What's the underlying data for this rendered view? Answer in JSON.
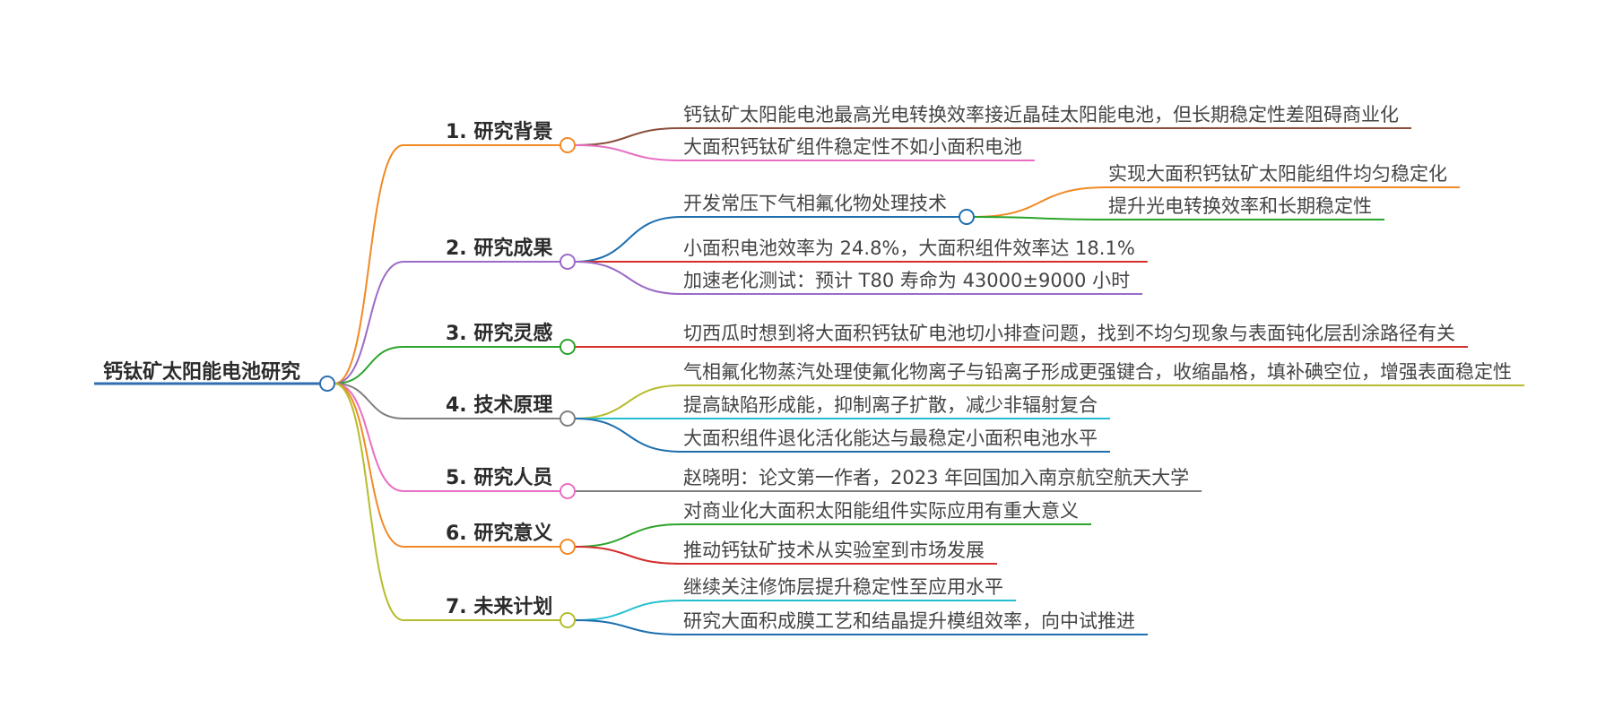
{
  "root": {
    "label": "钙钛矿太阳能电池研究",
    "color": "#2f6fb0"
  },
  "branches": [
    {
      "label": "1. 研究背景",
      "color": "#f08a24",
      "children": [
        {
          "label": "钙钛矿太阳能电池最高光电转换效率接近晶硅太阳能电池，但长期稳定性差阻碍商业化",
          "color": "#8a4f3c"
        },
        {
          "label": "大面积钙钛矿组件稳定性不如小面积电池",
          "color": "#e86fc3"
        }
      ]
    },
    {
      "label": "2. 研究成果",
      "color": "#9b6bc7",
      "children": [
        {
          "label": "开发常压下气相氟化物处理技术",
          "color": "#1f6fae",
          "children": [
            {
              "label": "实现大面积钙钛矿太阳能组件均匀稳定化",
              "color": "#f08a24"
            },
            {
              "label": "提升光电转换效率和长期稳定性",
              "color": "#2aa42a"
            }
          ]
        },
        {
          "label": "小面积电池效率为 24.8%，大面积组件效率达 18.1%",
          "color": "#d62d2d"
        },
        {
          "label": "加速老化测试：预计 T80 寿命为 43000±9000 小时",
          "color": "#9b6bc7"
        }
      ]
    },
    {
      "label": "3. 研究灵感",
      "color": "#2aa42a",
      "children": [
        {
          "label": "切西瓜时想到将大面积钙钛矿电池切小排查问题，找到不均匀现象与表面钝化层刮涂路径有关",
          "color": "#d62d2d"
        }
      ]
    },
    {
      "label": "4. 技术原理",
      "color": "#7f7f7f",
      "children": [
        {
          "label": "气相氟化物蒸汽处理使氟化物离子与铅离子形成更强键合，收缩晶格，填补碘空位，增强表面稳定性",
          "color": "#b5bd2c"
        },
        {
          "label": "提高缺陷形成能，抑制离子扩散，减少非辐射复合",
          "color": "#22bfcf"
        },
        {
          "label": "大面积组件退化活化能达与最稳定小面积电池水平",
          "color": "#1f6fae"
        }
      ]
    },
    {
      "label": "5. 研究人员",
      "color": "#e86fc3",
      "children": [
        {
          "label": "赵晓明：论文第一作者，2023 年回国加入南京航空航天大学",
          "color": "#7f7f7f"
        }
      ]
    },
    {
      "label": "6. 研究意义",
      "color": "#f08a24",
      "children": [
        {
          "label": "对商业化大面积太阳能组件实际应用有重大意义",
          "color": "#2aa42a"
        },
        {
          "label": "推动钙钛矿技术从实验室到市场发展",
          "color": "#d62d2d"
        }
      ]
    },
    {
      "label": "7. 未来计划",
      "color": "#b5bd2c",
      "children": [
        {
          "label": "继续关注修饰层提升稳定性至应用水平",
          "color": "#22bfcf"
        },
        {
          "label": "研究大面积成膜工艺和结晶提升模组效率，向中试推进",
          "color": "#1f6fae"
        }
      ]
    }
  ]
}
